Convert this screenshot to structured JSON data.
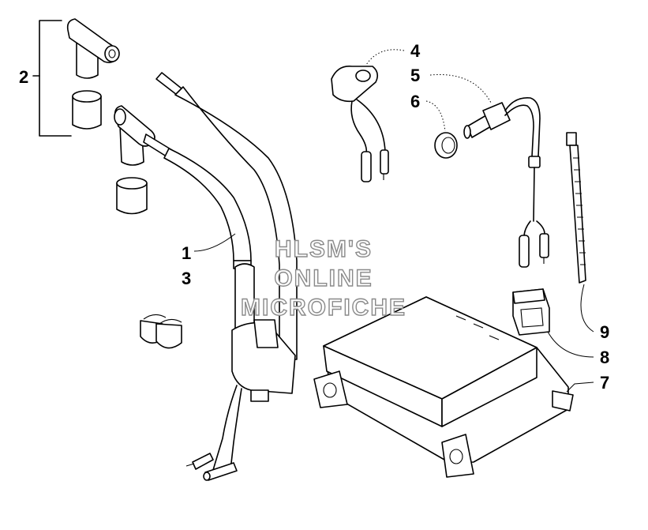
{
  "watermark": {
    "line1": "HLSM'S",
    "line2": "ONLINE",
    "line3": "MICROFICHE"
  },
  "callouts": [
    {
      "id": "1",
      "text": "1"
    },
    {
      "id": "2",
      "text": "2"
    },
    {
      "id": "3",
      "text": "3"
    },
    {
      "id": "4",
      "text": "4"
    },
    {
      "id": "5",
      "text": "5"
    },
    {
      "id": "6",
      "text": "6"
    },
    {
      "id": "7",
      "text": "7"
    },
    {
      "id": "8",
      "text": "8"
    },
    {
      "id": "9",
      "text": "9"
    }
  ]
}
